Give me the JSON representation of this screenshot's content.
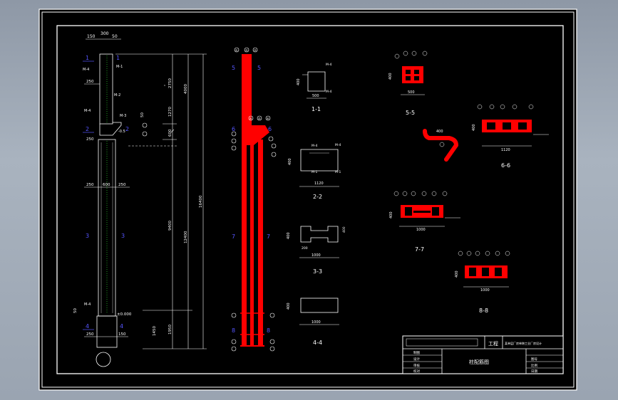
{
  "drawing": {
    "title_block": {
      "label_project": "工程",
      "project_name": "某单层厂房单跨工业厂房设计",
      "drawing_name": "柱配筋图",
      "row_labels": [
        "制图",
        "设计",
        "审核",
        "校对"
      ],
      "right_labels": [
        "图号",
        "比例",
        "日期"
      ]
    },
    "elevation": {
      "dims_top": [
        "150",
        "300",
        "50"
      ],
      "dims_left": [
        "250",
        "250",
        "250",
        "250"
      ],
      "dims_mid": [
        "250",
        "600",
        "250"
      ],
      "dims_right_low": [
        "250",
        "150"
      ],
      "offset_50": "50",
      "heights": [
        "2750",
        "4000",
        "1270",
        "600",
        "9400",
        "12400",
        "16400",
        "1450",
        "1950"
      ],
      "elev_labels": [
        "±0.000",
        "-0.5"
      ],
      "section_marks": [
        "1",
        "1",
        "2",
        "2",
        "3",
        "3",
        "4",
        "4"
      ],
      "member_tags": [
        "M-4",
        "M-1",
        "M-2",
        "M-4",
        "M-3",
        "M-4"
      ]
    },
    "rebar_elevation": {
      "section_marks": [
        "5",
        "5",
        "6",
        "6",
        "7",
        "7",
        "8",
        "8"
      ],
      "bar_marks": [
        "①",
        "②",
        "③",
        "④",
        "⑤",
        "⑥"
      ]
    },
    "sections": [
      {
        "name": "1-1",
        "dims": [
          "400",
          "500"
        ],
        "tags": [
          "M-4",
          "M-4"
        ]
      },
      {
        "name": "2-2",
        "dims": [
          "400",
          "1120"
        ],
        "tags": [
          "M-4",
          "M-4",
          "M-1",
          "M-1"
        ]
      },
      {
        "name": "3-3",
        "dims": [
          "400",
          "200",
          "1000"
        ],
        "tags": []
      },
      {
        "name": "4-4",
        "dims": [
          "400",
          "1000"
        ],
        "tags": []
      },
      {
        "name": "5-5",
        "dims": [
          "400",
          "500"
        ],
        "tags": []
      },
      {
        "name": "6-6",
        "dims": [
          "400",
          "1120"
        ],
        "tags": []
      },
      {
        "name": "7-7",
        "dims": [
          "400",
          "1000"
        ],
        "tags": []
      },
      {
        "name": "8-8",
        "dims": [
          "400",
          "1000"
        ],
        "tags": []
      }
    ],
    "hook_detail": {
      "dim": "400"
    }
  }
}
